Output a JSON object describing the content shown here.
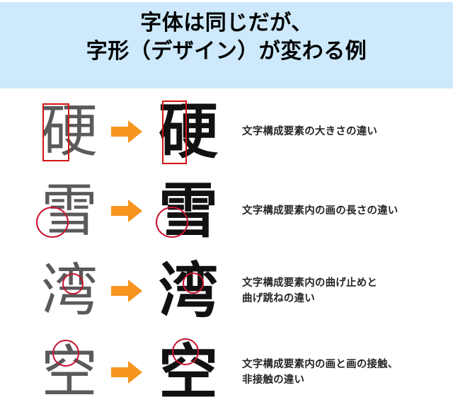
{
  "header": {
    "background_color": "#cde9fb",
    "title_line1": "字体は同じだが、",
    "title_line2": "字形（デザイン）が変わる例"
  },
  "colors": {
    "header_background": "#cde9fb",
    "arrow": "#f7941e",
    "mark_red": "#cc1111",
    "glyph_before": "#5a5a5a",
    "glyph_after": "#111111",
    "caption_text": "#262626"
  },
  "rows": [
    {
      "before_glyph": "硬",
      "after_glyph": "硬",
      "mark_shape": "rect",
      "arrow": "➡",
      "caption": "文字構成要素の大きさの違い"
    },
    {
      "before_glyph": "雪",
      "after_glyph": "雪",
      "mark_shape": "circle",
      "arrow": "➡",
      "caption": "文字構成要素内の画の長さの違い"
    },
    {
      "before_glyph": "湾",
      "after_glyph": "湾",
      "mark_shape": "circle",
      "arrow": "➡",
      "caption": "文字構成要素内の曲げ止めと\n曲げ跳ねの違い"
    },
    {
      "before_glyph": "空",
      "after_glyph": "空",
      "mark_shape": "circle",
      "arrow": "➡",
      "caption": "文字構成要素内の画と画の接触、\n非接触の違い"
    }
  ]
}
